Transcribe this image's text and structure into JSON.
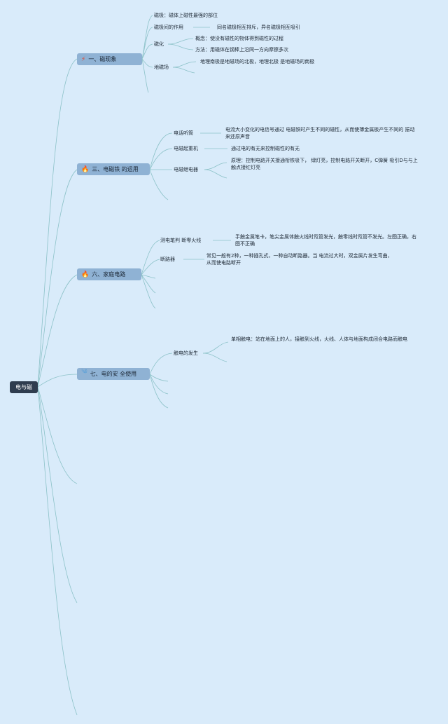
{
  "colors": {
    "background": "#d9ebfa",
    "root": "#2f3d4f",
    "branch": "#8fb2d4",
    "line": "#8cc2c8",
    "icon_fire": "#e0452b",
    "icon_lightning": "#e0452b",
    "icon_wind": "#5aa0d8"
  },
  "root": {
    "label": "电与磁"
  },
  "branches": [
    {
      "label": "一、磁现象",
      "icon": "lightning-icon",
      "children": [
        {
          "label": "磁极：磁体上磁性最强的部位"
        },
        {
          "label": "磁极间的作用",
          "detail": "同名磁极相互排斥，异名磁极相互吸引"
        },
        {
          "label": "磁化",
          "details": [
            "概念：使没有磁性的物体得到磁性的过程",
            "方法：用磁体在钢棒上沿同一方向摩擦多次"
          ]
        },
        {
          "label": "地磁场",
          "detail": "地理南极是地磁场的北极，地理北极 是地磁场的南极"
        }
      ]
    },
    {
      "label": "三、电磁铁 的运用",
      "icon": "fire-icon",
      "children": [
        {
          "label": "电话听筒",
          "detail": "电流大小变化的电信号通过 电磁铁时产生不同的磁性，从而使薄金属板产生不同的 振动来还原声音"
        },
        {
          "label": "电磁起重机",
          "detail": "通过电的有无来控制磁性的有无"
        },
        {
          "label": "电磁继电器",
          "detail": "原理：控制电路开关接通衔铁吸下， 绿灯亮，控制电路开关断开，C弹簧 吸引D与与上触点接红灯亮"
        }
      ]
    },
    {
      "label": "六、家庭电路",
      "icon": "fire-icon",
      "children": [
        {
          "label": "测电笔判 断零火线",
          "detail": "手触金属笔卡，笔尖金属体触火线时氖管发光，触零线时氖管不发光。左图正确，右图不正确"
        },
        {
          "label": "断路器",
          "detail": "常见一般有2种，一种插孔式，一种自动断路器。当 电流过大时，双金属片发生弯曲，从而使电路断开"
        }
      ]
    },
    {
      "label": "七、电的安 全使用",
      "icon": "wind-icon",
      "children": [
        {
          "label": "触电的发生",
          "detail": "单相触电：站在地面上的人，接触到火线，火线、人体与地面构成闭合电路而触电"
        }
      ]
    }
  ]
}
